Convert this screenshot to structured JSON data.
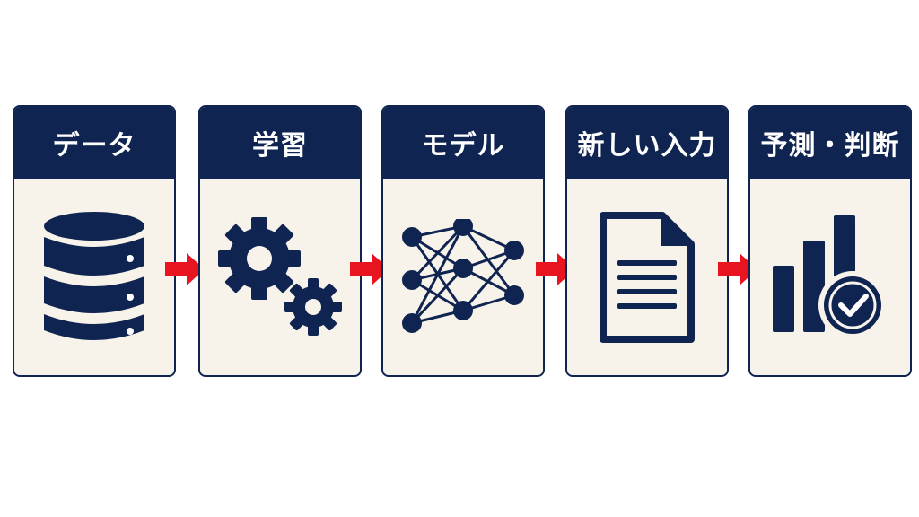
{
  "colors": {
    "navy": "#0f2450",
    "card_bg": "#f8f3ea",
    "arrow": "#e8141f",
    "text": "#ffffff"
  },
  "steps": [
    {
      "label": "データ",
      "icon": "database-icon"
    },
    {
      "label": "学習",
      "icon": "gears-icon"
    },
    {
      "label": "モデル",
      "icon": "neural-network-icon"
    },
    {
      "label": "新しい入力",
      "icon": "document-icon"
    },
    {
      "label": "予測・判断",
      "icon": "bar-chart-check-icon"
    }
  ],
  "connector_icon": "arrow-right-icon"
}
